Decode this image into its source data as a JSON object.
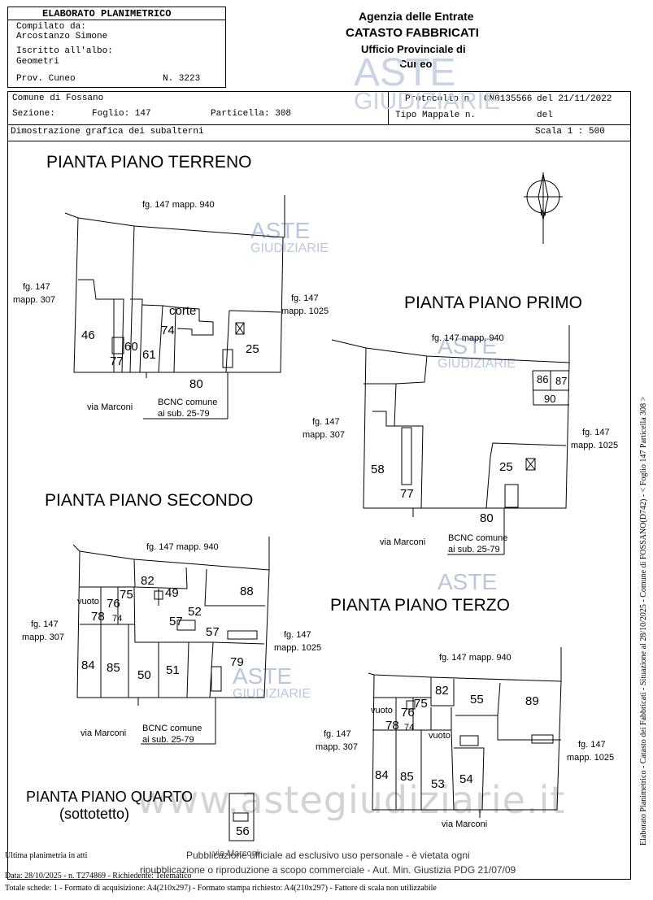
{
  "header": {
    "doc_title": "ELABORATO PLANIMETRICO",
    "compilato_label": "Compilato da:",
    "compilato_name": "Arcostanzo Simone",
    "iscritto_label": "Iscritto all'albo:",
    "iscritto_value": "Geometri",
    "prov_label": "Prov. Cuneo",
    "n_label": "N. 3223",
    "agency_line1": "Agenzia delle Entrate",
    "agency_line2": "CATASTO FABBRICATI",
    "agency_line3": "Ufficio Provinciale di",
    "agency_line4": "Cuneo",
    "comune": "Comune di Fossano",
    "sezione_label": "Sezione:",
    "foglio": "Foglio: 147",
    "particella": "Particella: 308",
    "protocollo_label": "Protocollo n.",
    "protocollo_value": "CN0135566",
    "protocollo_del": "del 21/11/2022",
    "tipo_mappale": "Tipo Mappale n.",
    "tipo_del": "del",
    "dimostrazione": "Dimostrazione grafica dei subalterni",
    "scala": "Scala 1 : 500"
  },
  "watermark": {
    "aste": "ASTE",
    "giudiziarie": "GIUDIZIARIE",
    "site": "www.astegiudiziarie.it"
  },
  "plans": {
    "terreno": {
      "title": "PIANTA PIANO TERRENO",
      "north": "N",
      "top": "fg. 147 mapp. 940",
      "left_1": "fg. 147",
      "left_2": "mapp. 307",
      "right_1": "fg. 147",
      "right_2": "mapp. 1025",
      "units": [
        "46",
        "77",
        "60",
        "61",
        "74",
        "corte",
        "25",
        "80"
      ],
      "street": "via Marconi",
      "bcnc_1": "BCNC comune",
      "bcnc_2": "ai sub. 25-79"
    },
    "primo": {
      "title": "PIANTA PIANO PRIMO",
      "top": "fg. 147 mapp. 940",
      "left_1": "fg. 147",
      "left_2": "mapp. 307",
      "right_1": "fg. 147",
      "right_2": "mapp. 1025",
      "units": [
        "86",
        "87",
        "90",
        "58",
        "77",
        "25",
        "80"
      ],
      "street": "via Marconi",
      "bcnc_1": "BCNC comune",
      "bcnc_2": "ai sub. 25-79"
    },
    "secondo": {
      "title": "PIANTA PIANO SECONDO",
      "top": "fg. 147 mapp. 940",
      "left_1": "fg. 147",
      "left_2": "mapp. 307",
      "right_1": "fg. 147",
      "right_2": "mapp. 1025",
      "units": [
        "82",
        "75",
        "vuoto",
        "76",
        "78",
        "74",
        "49",
        "88",
        "52",
        "57",
        "57",
        "84",
        "85",
        "50",
        "51",
        "79"
      ],
      "street": "via Marconi",
      "bcnc_1": "BCNC comune",
      "bcnc_2": "ai sub. 25-79"
    },
    "terzo": {
      "title": "PIANTA PIANO TERZO",
      "top": "fg. 147 mapp. 940",
      "left_1": "fg. 147",
      "left_2": "mapp. 307",
      "right_1": "fg. 147",
      "right_2": "mapp. 1025",
      "units": [
        "82",
        "55",
        "89",
        "75",
        "vuoto",
        "76",
        "78",
        "74",
        "vuoto",
        "84",
        "85",
        "53",
        "54"
      ],
      "street": "via Marconi"
    },
    "quarto": {
      "title_1": "PIANTA PIANO QUARTO",
      "title_2": "(sottotetto)",
      "units": [
        "56"
      ],
      "street": "via Marconi"
    }
  },
  "footer": {
    "ultima": "Ultima planimetria in atti",
    "pubblicazione_1": "Pubblicazione ufficiale ad esclusivo uso personale - è vietata ogni",
    "pubblicazione_2": "ripubblicazione o riproduzione a scopo commerciale - Aut. Min. Giustizia PDG 21/07/09",
    "data_line": "Data: 28/10/2025 - n. T274869 - Richiedente: Telematico",
    "totale_line": "Totale schede: 1 - Formato di acquisizione: A4(210x297)  - Formato stampa richiesto: A4(210x297) - Fattore di scala non utilizzabile",
    "side_text": "Elaborato Planimetrico - Catasto dei Fabbricati - Situazione al 28/10/2025 - Comune di FOSSANO(D742) - < Foglio 147 Particella 308 >"
  }
}
